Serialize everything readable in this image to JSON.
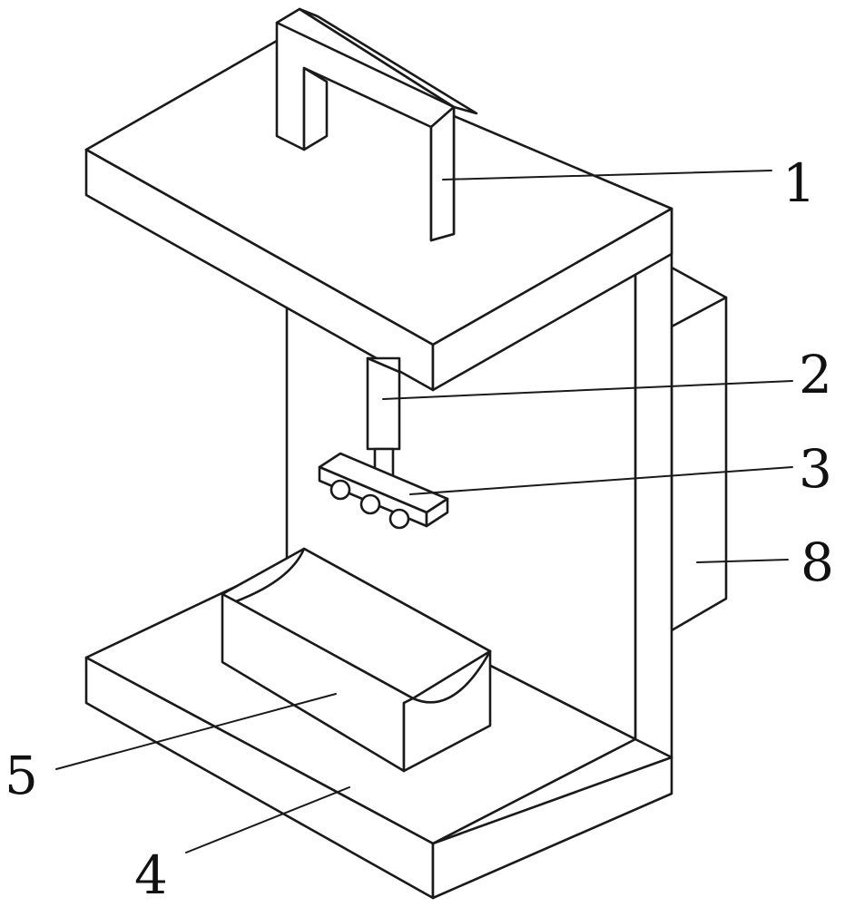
{
  "labels": {
    "l1": "1",
    "l2": "2",
    "l3": "3",
    "l4": "4",
    "l5": "5",
    "l8": "8"
  },
  "colors": {
    "stroke": "#1a1a1a",
    "background": "#ffffff"
  }
}
